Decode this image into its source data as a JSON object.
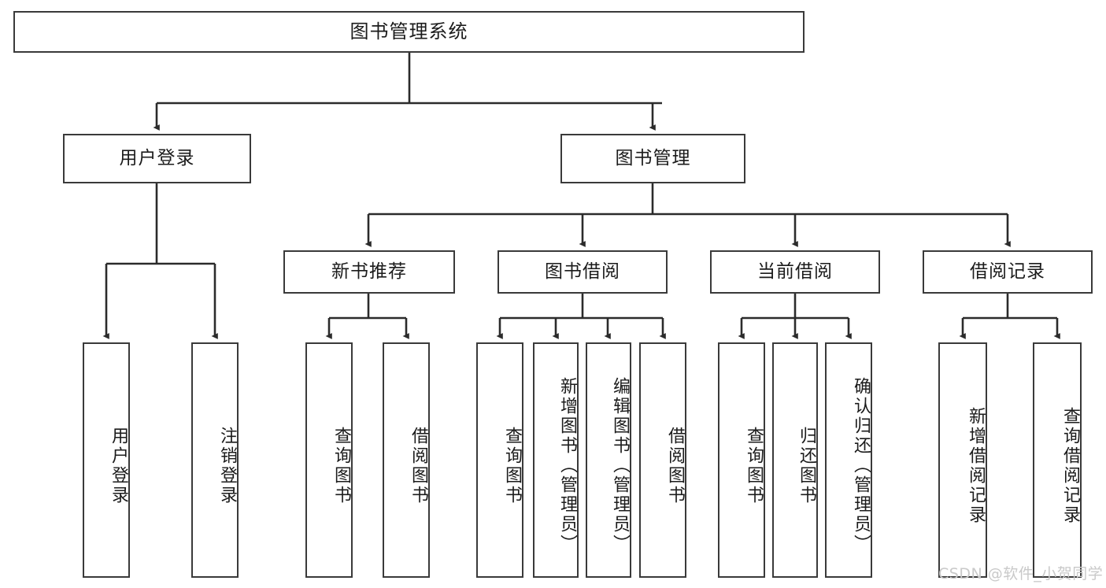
{
  "diagram": {
    "title": "图书管理系统",
    "type": "tree-structure-chart",
    "watermark": "CSDN @软件_小贺同学",
    "colors": {
      "background": "#ffffff",
      "box_fill": "#ffffff",
      "box_border": "#3a3a3a",
      "connector": "#2b2b2b",
      "text": "#1b1b1b",
      "watermark": "#c9c9c9"
    },
    "nodes": {
      "root": {
        "label": "图书管理系统"
      },
      "level2": [
        {
          "id": "user-login",
          "label": "用户登录"
        },
        {
          "id": "book-manage",
          "label": "图书管理"
        }
      ],
      "level3": [
        {
          "id": "new-book-rec",
          "label": "新书推荐"
        },
        {
          "id": "book-borrow",
          "label": "图书借阅"
        },
        {
          "id": "current-borrow",
          "label": "当前借阅"
        },
        {
          "id": "borrow-record",
          "label": "借阅记录"
        }
      ],
      "leaves": {
        "user-login": [
          {
            "id": "leaf-user-login",
            "label": "用户登录"
          },
          {
            "id": "leaf-logout-login",
            "label": "注销登录"
          }
        ],
        "new-book-rec": [
          {
            "id": "leaf-query-book-1",
            "label": "查询图书"
          },
          {
            "id": "leaf-borrow-book-1",
            "label": "借阅图书"
          }
        ],
        "book-borrow": [
          {
            "id": "leaf-query-book-2",
            "label": "查询图书"
          },
          {
            "id": "leaf-add-book",
            "label": "新增图书（管理员）"
          },
          {
            "id": "leaf-edit-book",
            "label": "编辑图书（管理员）"
          },
          {
            "id": "leaf-borrow-book-2",
            "label": "借阅图书"
          }
        ],
        "current-borrow": [
          {
            "id": "leaf-query-book-3",
            "label": "查询图书"
          },
          {
            "id": "leaf-return-book",
            "label": "归还图书"
          },
          {
            "id": "leaf-confirm-return",
            "label": "确认归还（管理员）"
          }
        ],
        "borrow-record": [
          {
            "id": "leaf-add-record",
            "label": "新增借阅记录"
          },
          {
            "id": "leaf-query-record",
            "label": "查询借阅记录"
          }
        ]
      }
    }
  }
}
